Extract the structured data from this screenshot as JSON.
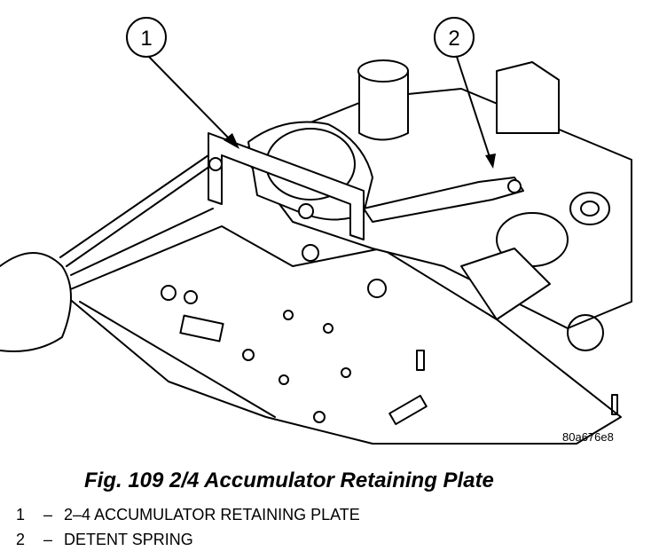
{
  "figure": {
    "id": "80a676e8",
    "caption": "Fig. 109 2/4 Accumulator Retaining Plate"
  },
  "callouts": [
    {
      "number": "1",
      "label": "2–4 ACCUMULATOR RETAINING PLATE"
    },
    {
      "number": "2",
      "label": "DETENT SPRING"
    }
  ],
  "legend_separator": "–"
}
